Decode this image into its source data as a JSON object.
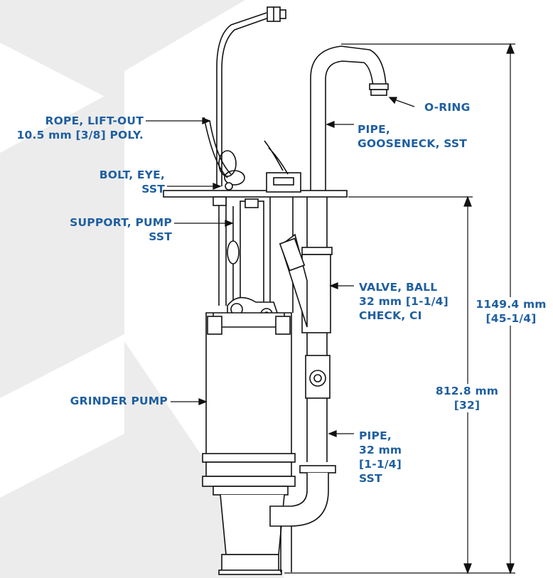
{
  "labels": {
    "rope": [
      "ROPE, LIFT-OUT",
      "10.5 mm [3/8] POLY."
    ],
    "bolt": [
      "BOLT, EYE,",
      "SST"
    ],
    "support": [
      "SUPPORT, PUMP",
      "SST"
    ],
    "grinder_pump": "GRINDER PUMP",
    "o_ring": "O-RING",
    "gooseneck": [
      "PIPE,",
      "GOOSENECK, SST"
    ],
    "valve": [
      "VALVE, BALL",
      "32 mm [1-1/4]",
      "CHECK, CI"
    ],
    "pipe": [
      "PIPE,",
      "32 mm",
      "[1-1/4]",
      "SST"
    ]
  },
  "dimensions": {
    "overall": [
      "1149.4 mm",
      "[45-1/4]"
    ],
    "lower": [
      "812.8 mm",
      "[32]"
    ]
  },
  "colors": {
    "label_blue": "#1f5fa0",
    "drawing": "#111111",
    "background_tint": "#ececec"
  }
}
